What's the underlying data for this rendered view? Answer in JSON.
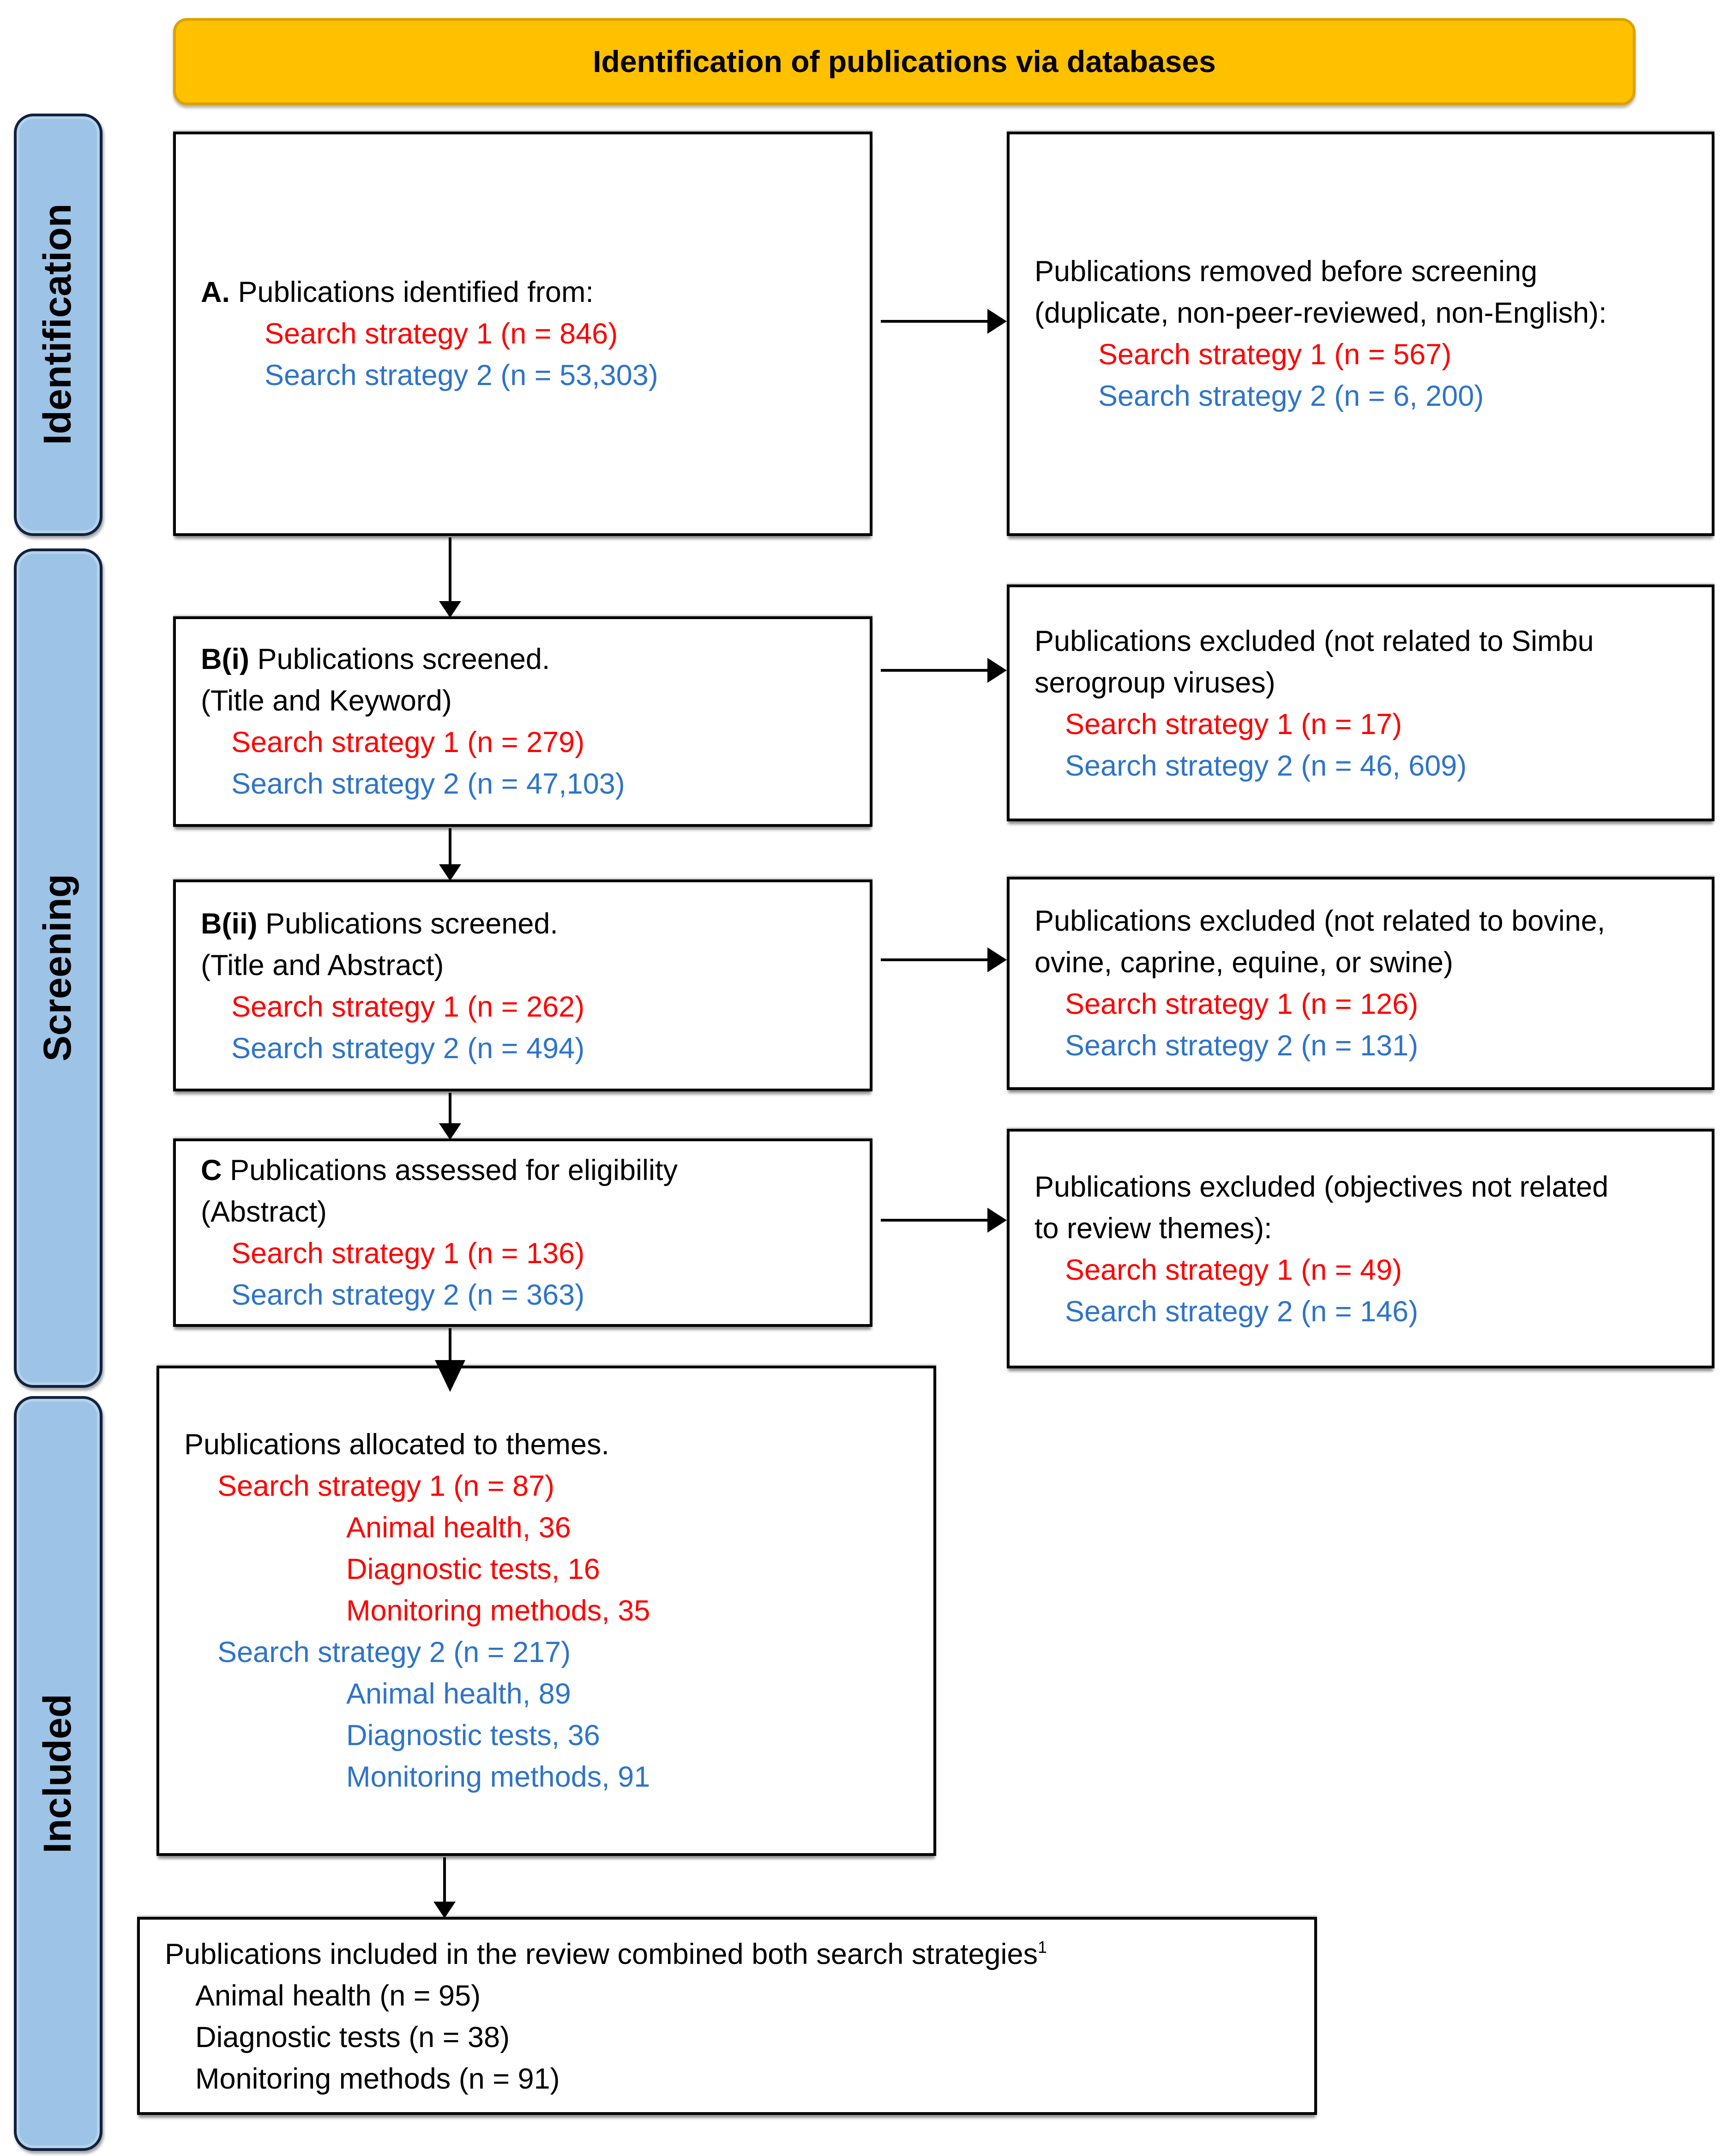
{
  "colors": {
    "red": "#FF0000",
    "blue": "#2E74C9",
    "ink": "#000000",
    "banner_bg": "#FFC000",
    "banner_border": "#D9A300",
    "sidebar_bg": "#9DC3E6",
    "sidebar_border": "#10223F",
    "box_border": "#000000"
  },
  "banner": {
    "title": "Identification of publications via databases"
  },
  "sidebar": {
    "identification": "Identification",
    "screening": "Screening",
    "included": "Included"
  },
  "boxes": {
    "identified": {
      "prefix": "A.",
      "title": "Publications identified from:",
      "s1": "Search strategy 1 (n = 846)",
      "s2": "Search strategy 2 (n = 53,303)"
    },
    "removed": {
      "title": "Publications removed before screening (duplicate, non-peer-reviewed, non-English):",
      "s1": "Search strategy 1 (n = 567)",
      "s2": "Search strategy 2 (n = 6, 200)"
    },
    "screened_keyword": {
      "prefix": "B(i)",
      "title": "Publications screened.",
      "subtitle": "(Title and Keyword)",
      "s1": "Search strategy 1 (n = 279)",
      "s2": "Search strategy 2 (n = 47,103)"
    },
    "excluded_simbu": {
      "title": "Publications excluded (not related to Simbu serogroup viruses)",
      "s1": "Search strategy 1 (n = 17)",
      "s2": "Search strategy 2 (n = 46, 609)"
    },
    "screened_abstract": {
      "prefix": "B(ii)",
      "title": "Publications screened.",
      "subtitle": "(Title and Abstract)",
      "s1": "Search strategy 1 (n = 262)",
      "s2": "Search strategy 2 (n = 494)"
    },
    "excluded_species": {
      "title": "Publications excluded (not related to bovine, ovine, caprine, equine, or swine)",
      "s1": "Search strategy 1 (n = 126)",
      "s2": "Search strategy 2 (n = 131)"
    },
    "eligibility": {
      "prefix": "C",
      "title": "Publications assessed for eligibility",
      "subtitle": "(Abstract)",
      "s1": "Search strategy 1 (n = 136)",
      "s2": "Search strategy 2 (n = 363)"
    },
    "excluded_objectives": {
      "title": "Publications excluded (objectives not related to review themes):",
      "s1": "Search strategy 1 (n = 49)",
      "s2": "Search strategy 2 (n = 146)"
    },
    "themes": {
      "title": "Publications allocated to themes.",
      "s1": "Search strategy 1 (n = 87)",
      "s1_items": [
        "Animal health, 36",
        "Diagnostic tests, 16",
        "Monitoring methods, 35"
      ],
      "s2": "Search strategy 2 (n = 217)",
      "s2_items": [
        "Animal health, 89",
        "Diagnostic tests, 36",
        "Monitoring methods, 91"
      ]
    },
    "included_review": {
      "title": "Publications included in the review combined both search strategies",
      "superscript": "1",
      "items": [
        "Animal health (n = 95)",
        "Diagnostic tests (n = 38)",
        "Monitoring methods (n = 91)"
      ]
    }
  }
}
